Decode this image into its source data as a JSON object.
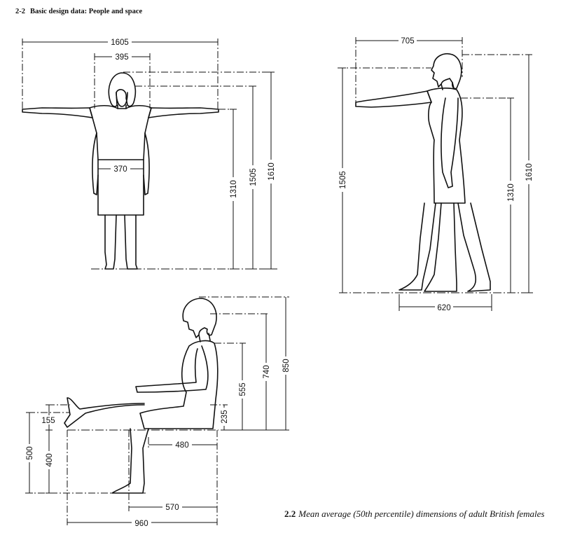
{
  "header": {
    "section_number": "2-2",
    "section_title": "Basic design data: People and space"
  },
  "figure": {
    "caption_number": "2.2",
    "caption_text": "Mean average (50th percentile) dimensions of adult British females"
  },
  "front_view": {
    "span_width": "1605",
    "head_width": "395",
    "hip_width": "370",
    "shoulder_height": "1310",
    "eye_height": "1505",
    "stature": "1610"
  },
  "side_view": {
    "forward_reach": "705",
    "eye_height": "1505",
    "shoulder_height": "1310",
    "stature": "1610",
    "step_depth": "620"
  },
  "seated_view": {
    "sitting_height": "850",
    "eye_height": "740",
    "shoulder_height": "555",
    "elbow_height": "235",
    "foot_raise": "155",
    "knee_height": "500",
    "seat_height": "400",
    "seat_depth": "480",
    "buttock_knee": "570",
    "buttock_foot": "960"
  }
}
